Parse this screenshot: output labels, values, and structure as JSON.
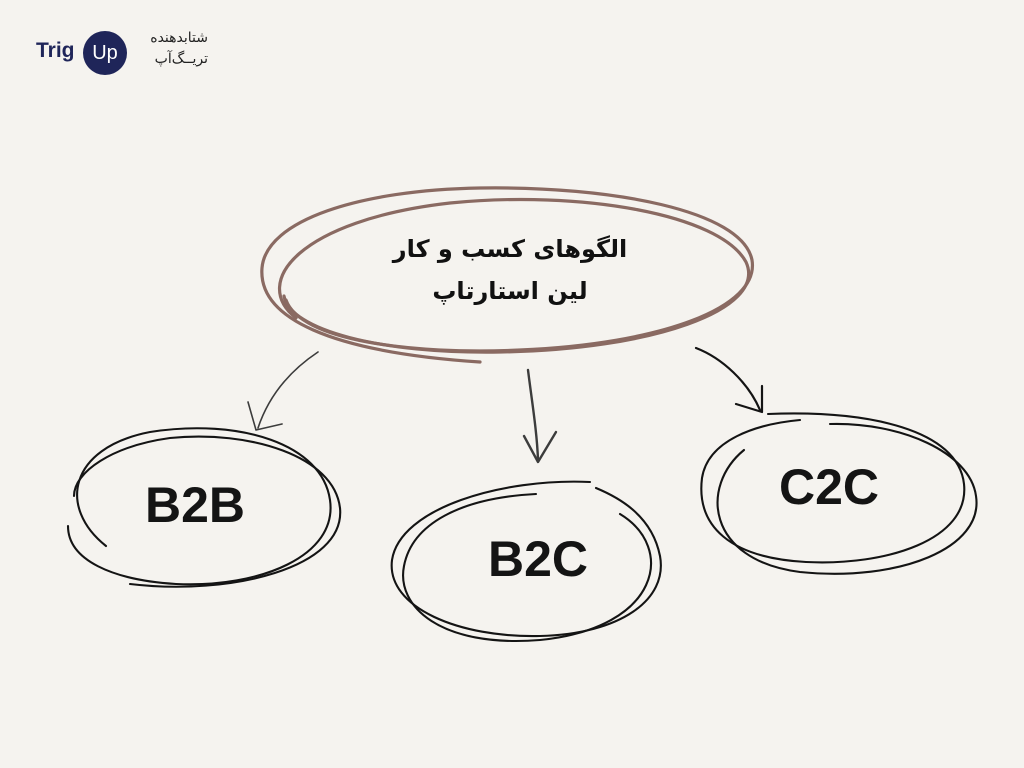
{
  "brand": {
    "logo_text": "Trig",
    "logo_badge": "Up",
    "tagline_line1": "شتابدهنده",
    "tagline_line2": "تریــگ‌آپ"
  },
  "diagram": {
    "center": {
      "line1": "الگوهای کسب و کار",
      "line2": "لین استارتاپ"
    },
    "nodes": [
      {
        "label": "B2B"
      },
      {
        "label": "B2C"
      },
      {
        "label": "C2C"
      }
    ]
  },
  "colors": {
    "background": "#f5f3ef",
    "center_loop": "#8a6a62",
    "node_loop": "#141414",
    "brand": "#1f2559"
  }
}
